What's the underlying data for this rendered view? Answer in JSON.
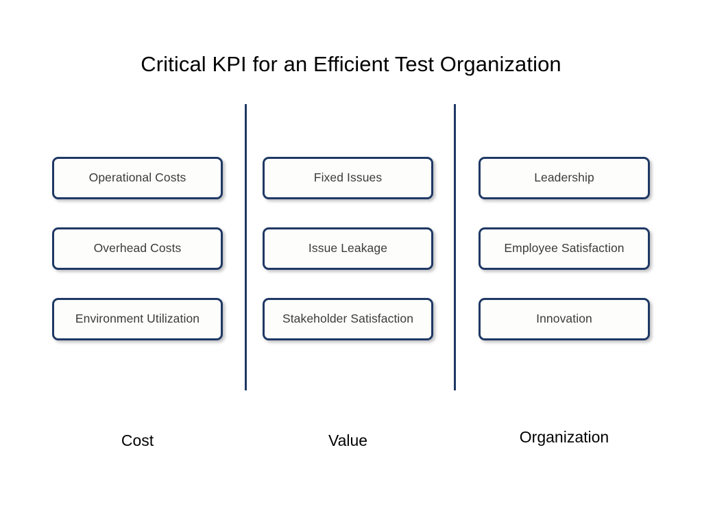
{
  "slide": {
    "title": "Critical KPI for an Efficient Test Organization",
    "background_color": "#ffffff",
    "accent_color": "#1F3864",
    "box_text_color": "#3b3b3b",
    "title_color": "#000000"
  },
  "columns": [
    {
      "id": "cost",
      "label": "Cost",
      "items": [
        {
          "label": "Operational Costs"
        },
        {
          "label": "Overhead Costs"
        },
        {
          "label": "Environment Utilization"
        }
      ]
    },
    {
      "id": "value",
      "label": "Value",
      "items": [
        {
          "label": "Fixed Issues"
        },
        {
          "label": "Issue Leakage"
        },
        {
          "label": "Stakeholder Satisfaction"
        }
      ]
    },
    {
      "id": "organization",
      "label": "Organization",
      "items": [
        {
          "label": "Leadership"
        },
        {
          "label": "Employee Satisfaction"
        },
        {
          "label": "Innovation"
        }
      ]
    }
  ],
  "dividers": [
    {
      "id": "divider-1",
      "color": "#1F3864"
    },
    {
      "id": "divider-2",
      "color": "#1F3864"
    }
  ]
}
